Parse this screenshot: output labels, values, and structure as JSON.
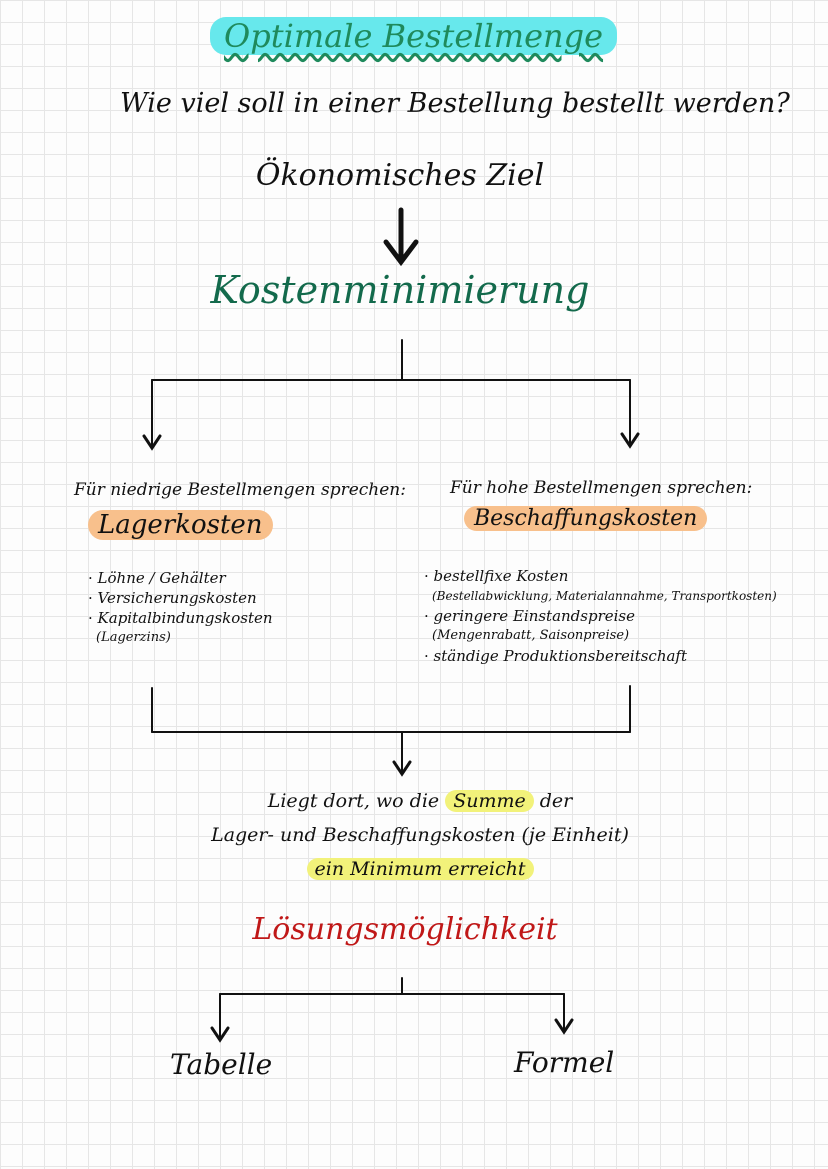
{
  "title": "Optimale Bestellmenge",
  "question": "Wie viel soll in einer Bestellung bestellt werden?",
  "goal": "Ökonomisches Ziel",
  "main_concept": "Kostenminimierung",
  "left": {
    "header": "Für niedrige Bestellmengen sprechen:",
    "label": "Lagerkosten",
    "items": [
      "Löhne / Gehälter",
      "Versicherungskosten",
      "Kapitalbindungskosten"
    ],
    "item_note": "(Lagerzins)"
  },
  "right": {
    "header": "Für hohe Bestellmengen sprechen:",
    "label": "Beschaffungskosten",
    "item1": "bestellfixe Kosten",
    "item1_note": "(Bestellabwicklung, Materialannahme, Transportkosten)",
    "item2": "geringere Einstandspreise",
    "item2_note": "(Mengenrabatt, Saisonpreise)",
    "item3": "ständige Produktionsbereitschaft"
  },
  "conclusion": {
    "line1_a": "Liegt dort, wo die",
    "line1_highlight": "Summe",
    "line1_b": "der",
    "line2": "Lager- und Beschaffungskosten (je Einheit)",
    "line3_highlight": "ein Minimum erreicht"
  },
  "solution": {
    "title": "Lösungsmöglichkeit",
    "option_left": "Tabelle",
    "option_right": "Formel"
  },
  "colors": {
    "title_highlight": "#67e8ec",
    "title_text": "#1f8a5c",
    "main_concept": "#136a4c",
    "cost_highlight": "#f8c08c",
    "summary_highlight": "#f2f27a",
    "solution_title": "#c01818"
  }
}
